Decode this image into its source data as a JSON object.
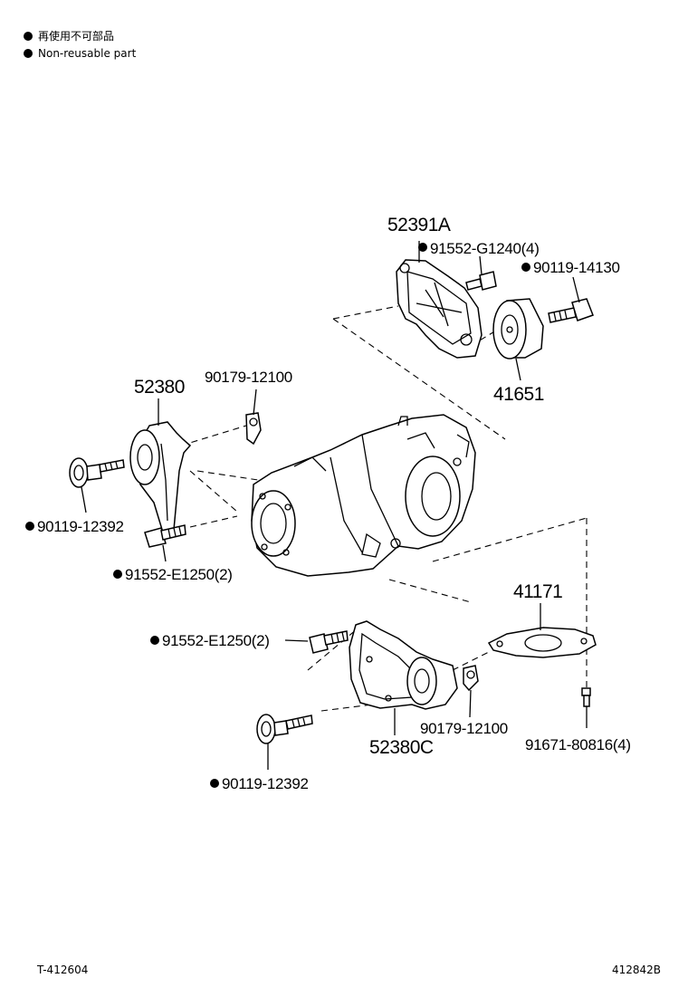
{
  "legend": {
    "line1": "再使用不可部品",
    "line2": "Non-reusable part"
  },
  "parts": {
    "p52391a": "52391A",
    "p91552_g1240": "91552-G1240(4)",
    "p90119_14130": "90119-14130",
    "p41651": "41651",
    "p52380": "52380",
    "p90179_12100_top": "90179-12100",
    "p90119_12392_left": "90119-12392",
    "p91552_e1250_left": "91552-E1250(2)",
    "p41171": "41171",
    "p91552_e1250_mid": "91552-E1250(2)",
    "p90179_12100_bot": "90179-12100",
    "p52380c": "52380C",
    "p91671_80816": "91671-80816(4)",
    "p90119_12392_bot": "90119-12392"
  },
  "footer": {
    "left_code": "T-412604",
    "right_code": "412842B"
  }
}
